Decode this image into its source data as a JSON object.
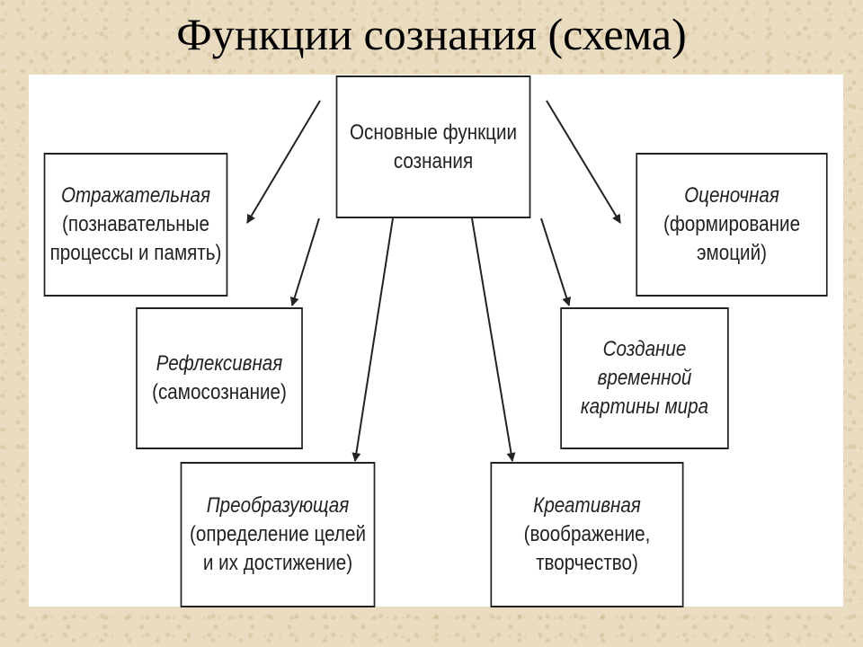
{
  "title": "Функции сознания (схема)",
  "central": {
    "line1": "Основные функции",
    "line2": "сознания"
  },
  "functions": [
    {
      "name": "Отражательная",
      "desc1": "(познавательные",
      "desc2": "процессы и память)"
    },
    {
      "name": "Оценочная",
      "desc1": "(формирование",
      "desc2": "эмоций)"
    },
    {
      "name": "Рефлексивная",
      "desc1": "(самосознание)"
    },
    {
      "name": "Создание",
      "desc1": "временной",
      "desc2": "картины мира"
    },
    {
      "name": "Преобразующая",
      "desc1": "(определение целей",
      "desc2": "и их достижение)"
    },
    {
      "name": "Креативная",
      "desc1": "(воображение,",
      "desc2": "творчество)"
    }
  ]
}
